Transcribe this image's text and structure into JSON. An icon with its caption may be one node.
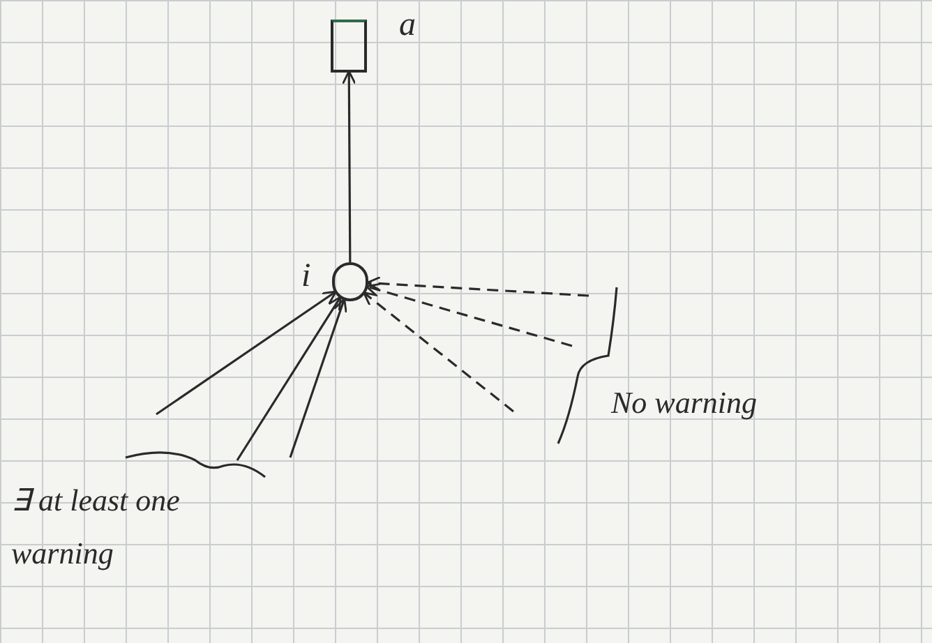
{
  "diagram": {
    "nodes": [
      {
        "text": [],
        "shape": "box",
        "beside": [
          "a"
        ]
      },
      {
        "text": [],
        "shape": "circle",
        "beside": [
          "i"
        ]
      }
    ],
    "edges": [
      {
        "from": 1,
        "to": 0,
        "arrow": "to"
      },
      {
        "from": null,
        "to": 1,
        "arrow": "to"
      },
      {
        "from": null,
        "to": 1,
        "arrow": "to"
      },
      {
        "from": null,
        "to": 1,
        "arrow": "to"
      },
      {
        "from": null,
        "to": 1,
        "arrow": "to",
        "style": "dashed"
      },
      {
        "from": null,
        "to": 1,
        "arrow": "to",
        "style": "dashed"
      },
      {
        "from": null,
        "to": 1,
        "arrow": "to",
        "style": "dashed"
      }
    ],
    "labels": [
      "∃ at least one warning",
      "No warning"
    ]
  }
}
